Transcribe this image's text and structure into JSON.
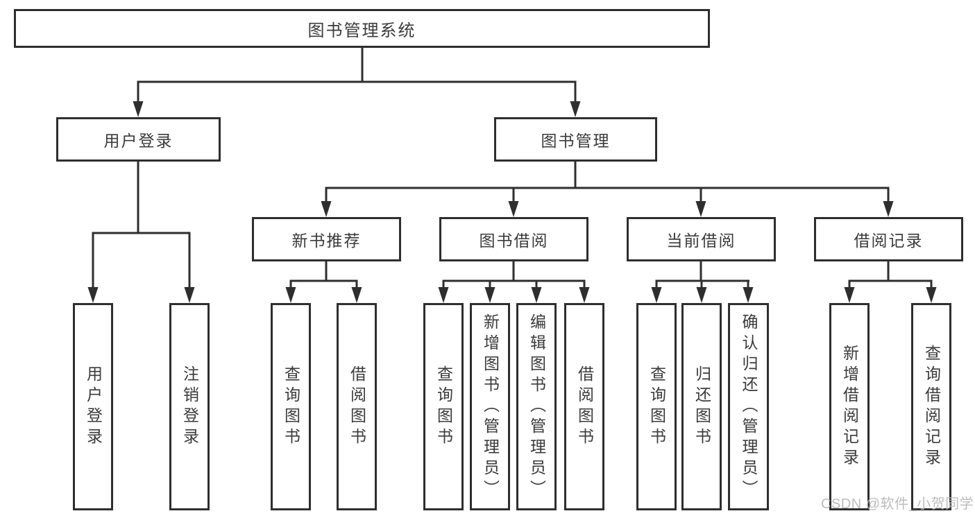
{
  "colors": {
    "line": "#2e2e2e",
    "text": "#3a3a3a",
    "box_background": "#ffffff",
    "watermark": "#b9b9b9"
  },
  "tree": {
    "label": "图书管理系统",
    "children": [
      {
        "label": "用户登录",
        "children": [
          {
            "label": "用户登录"
          },
          {
            "label": "注销登录"
          }
        ]
      },
      {
        "label": "图书管理",
        "children": [
          {
            "label": "新书推荐",
            "children": [
              {
                "label": "查询图书"
              },
              {
                "label": "借阅图书"
              }
            ]
          },
          {
            "label": "图书借阅",
            "children": [
              {
                "label": "查询图书"
              },
              {
                "label": "新增图书（管理员）"
              },
              {
                "label": "编辑图书（管理员）"
              },
              {
                "label": "借阅图书"
              }
            ]
          },
          {
            "label": "当前借阅",
            "children": [
              {
                "label": "查询图书"
              },
              {
                "label": "归还图书"
              },
              {
                "label": "确认归还（管理员）"
              }
            ]
          },
          {
            "label": "借阅记录",
            "children": [
              {
                "label": "新增借阅记录"
              },
              {
                "label": "查询借阅记录"
              }
            ]
          }
        ]
      }
    ]
  },
  "watermark": {
    "text": "CSDN @软件_小贺同学"
  }
}
